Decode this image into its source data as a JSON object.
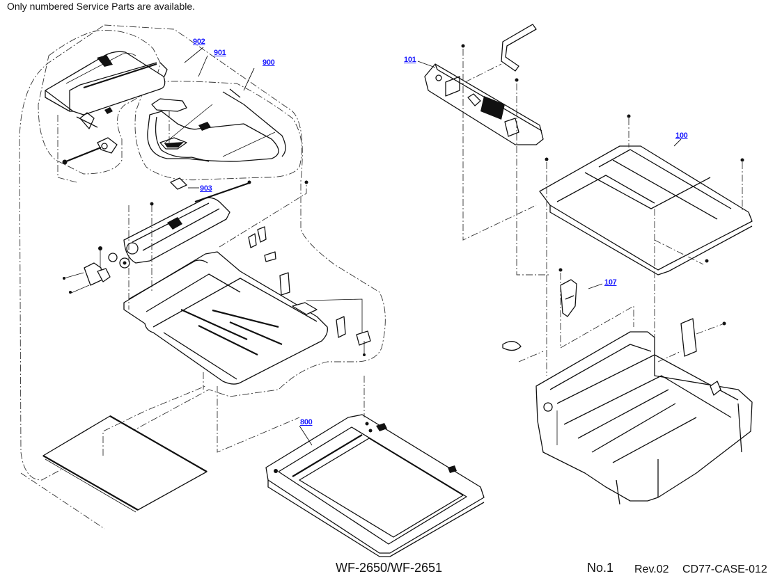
{
  "header": {
    "note": "Only numbered Service Parts are available."
  },
  "callouts": [
    {
      "id": "902",
      "label": "902"
    },
    {
      "id": "901",
      "label": "901"
    },
    {
      "id": "900",
      "label": "900"
    },
    {
      "id": "903",
      "label": "903"
    },
    {
      "id": "101",
      "label": "101"
    },
    {
      "id": "100",
      "label": "100"
    },
    {
      "id": "107",
      "label": "107"
    },
    {
      "id": "800",
      "label": "800"
    }
  ],
  "callout_color": "#1a1aff",
  "footer": {
    "model": "WF-2650/WF-2651",
    "sheet_no": "No.1",
    "revision": "Rev.02",
    "doc_code": "CD77-CASE-012"
  }
}
